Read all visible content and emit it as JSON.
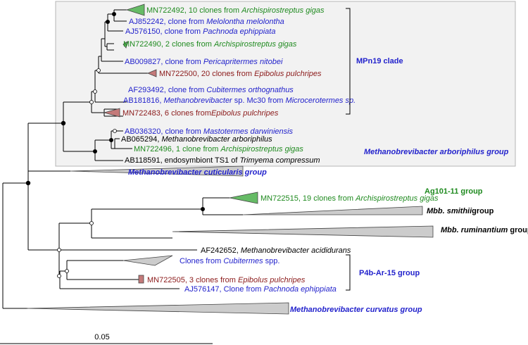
{
  "colors": {
    "blue": "#2222cc",
    "green": "#1f8a1f",
    "darkred": "#8b1a1a",
    "black": "#000000",
    "green_fill": "#66bb66",
    "red_fill": "#c47a7a",
    "grey_fill": "#cccccc",
    "box_fill": "#f2f2f2"
  },
  "tips": {
    "mn722492": {
      "pre": "MN722492, 10 clones from ",
      "name": "Archispirostreptus gigas",
      "post": ""
    },
    "aj852242": {
      "pre": "AJ852242, clone from ",
      "name": "Melolontha melolontha",
      "post": ""
    },
    "aj576150": {
      "pre": "AJ576150, clone from ",
      "name": "Pachnoda ephippiata",
      "post": ""
    },
    "mn722490": {
      "pre": "MN722490, 2 clones from ",
      "name": "Archispirostreptus gigas",
      "post": ""
    },
    "ab009827": {
      "pre": "AB009827, clone from ",
      "name": "Pericapritermes nitobei",
      "post": ""
    },
    "mn722500": {
      "pre": "MN722500, 20 clones from ",
      "name": "Epibolus pulchripes",
      "post": ""
    },
    "af293492": {
      "pre": "AF293492, clone from ",
      "name": "Cubitermes orthognathus",
      "post": ""
    },
    "ab181816": {
      "pre": "AB181816, ",
      "name": "Methanobrevibacter",
      "post": " sp. Mc30 from ",
      "name2": "Microcerotermes sp."
    },
    "mn722483": {
      "pre": "MN722483, 6 clones from",
      "name": "Epibolus pulchripes",
      "post": ""
    },
    "ab036320": {
      "pre": "AB036320, clone from ",
      "name": "Mastotermes darwiniensis",
      "post": ""
    },
    "ab065294": {
      "pre": "AB065294, ",
      "name": "Methanobrevibacter arboriphilus",
      "post": ""
    },
    "mn722496": {
      "pre": "MN722496, 1 clone from ",
      "name": "Archispirostreptus gigas",
      "post": ""
    },
    "ab118591": {
      "pre": "AB118591, endosymbiont TS1 of ",
      "name": "Trimyema compressum",
      "post": ""
    },
    "mn722515": {
      "pre": "MN722515, 19 clones from ",
      "name": "Archispirostreptus gigas",
      "post": ""
    },
    "af242652": {
      "pre": "AF242652, ",
      "name": "Methanobrevibacter acididurans",
      "post": ""
    },
    "cubitermes": {
      "pre": "Clones from ",
      "name": "Cubitermes",
      "post": " spp."
    },
    "mn722505": {
      "pre": "MN722505, 3 clones from ",
      "name": "Epibolus pulchripes",
      "post": ""
    },
    "aj576147": {
      "pre": "AJ576147, Clone from ",
      "name": "Pachnoda ephippiata",
      "post": ""
    }
  },
  "groups": {
    "mpn19": "MPn19 clade",
    "arboriphilus": "Methanobrevibacter arboriphilus group",
    "cuticularis": "Methanobrevibacter cuticularis group",
    "ag101": "Ag101-11 group",
    "smithii_a": "Mbb. smithii",
    "smithii_b": "group",
    "ruminantium_a": "Mbb. ruminantium",
    "ruminantium_b": " group",
    "p4b": "P4b-Ar-15 group",
    "curvatus": "Methanobrevibacter curvatus group"
  },
  "scale_bar": {
    "label": "0.05"
  }
}
